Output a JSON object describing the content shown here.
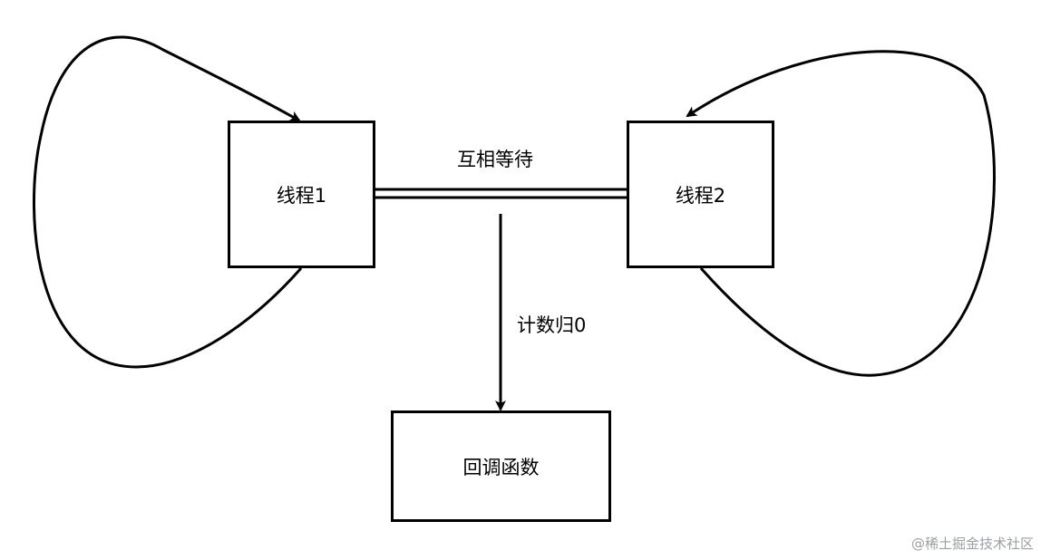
{
  "nodes": {
    "thread1": "线程1",
    "thread2": "线程2",
    "callback": "回调函数"
  },
  "edges": {
    "wait_label": "互相等待",
    "count_label": "计数归0"
  },
  "watermark": "@稀土掘金技术社区",
  "colors": {
    "stroke": "#000000",
    "watermark": "#9aa0a6"
  }
}
